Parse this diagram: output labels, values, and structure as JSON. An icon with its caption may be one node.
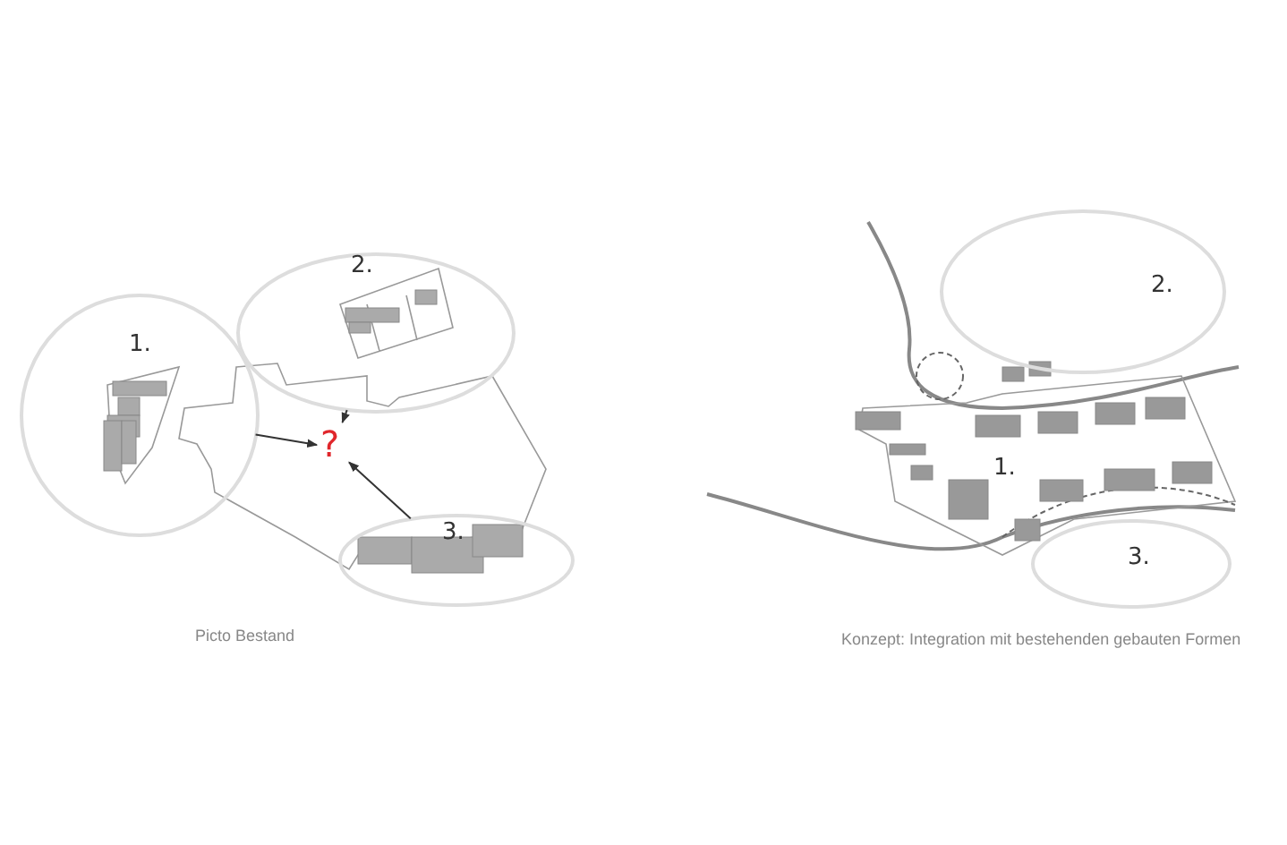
{
  "diagram": {
    "nodes": [
      {
        "text": [
          "1."
        ]
      },
      {
        "text": [
          "2."
        ]
      },
      {
        "text": [
          "?"
        ]
      },
      {
        "text": [
          "3."
        ]
      },
      {
        "text": [
          "2."
        ]
      },
      {
        "text": [
          "1."
        ]
      },
      {
        "text": [
          "3."
        ]
      }
    ],
    "edges": [
      {
        "from": 0,
        "to": 2,
        "arrow": "to"
      },
      {
        "from": 1,
        "to": 2,
        "arrow": "to"
      },
      {
        "from": 3,
        "to": 2,
        "arrow": "to"
      }
    ],
    "labels": [
      "Picto Bestand",
      "Konzept: Integration mit bestehenden gebauten Formen"
    ]
  }
}
